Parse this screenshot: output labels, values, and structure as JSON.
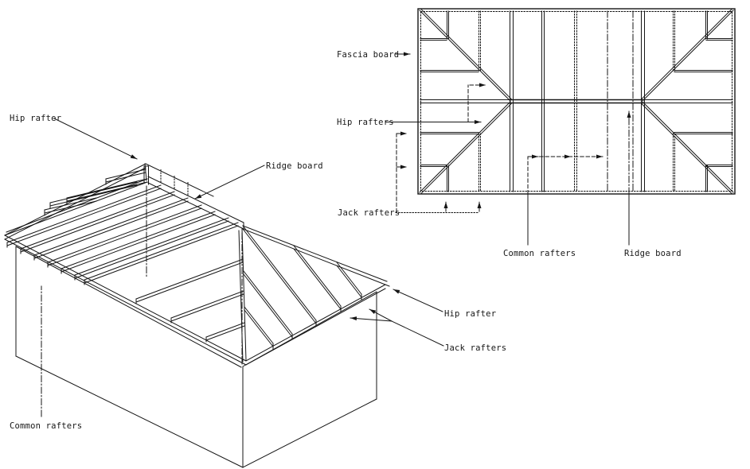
{
  "figure": {
    "background_color": "#ffffff",
    "line_color": "#161616",
    "iso_view_name": "isometric-hip-roof-framing",
    "plan_view_name": "roof-framing-plan"
  },
  "iso_labels": {
    "hip_rafter_top": "Hip rafter",
    "ridge_board": "Ridge board",
    "hip_rafter_right": "Hip rafter",
    "jack_rafters": "Jack rafters",
    "common_rafters": "Common rafters"
  },
  "plan_labels": {
    "fascia_board": "Fascia board",
    "hip_rafters": "Hip rafters",
    "jack_rafters": "Jack rafters",
    "common_rafters": "Common rafters",
    "ridge_board": "Ridge board"
  }
}
